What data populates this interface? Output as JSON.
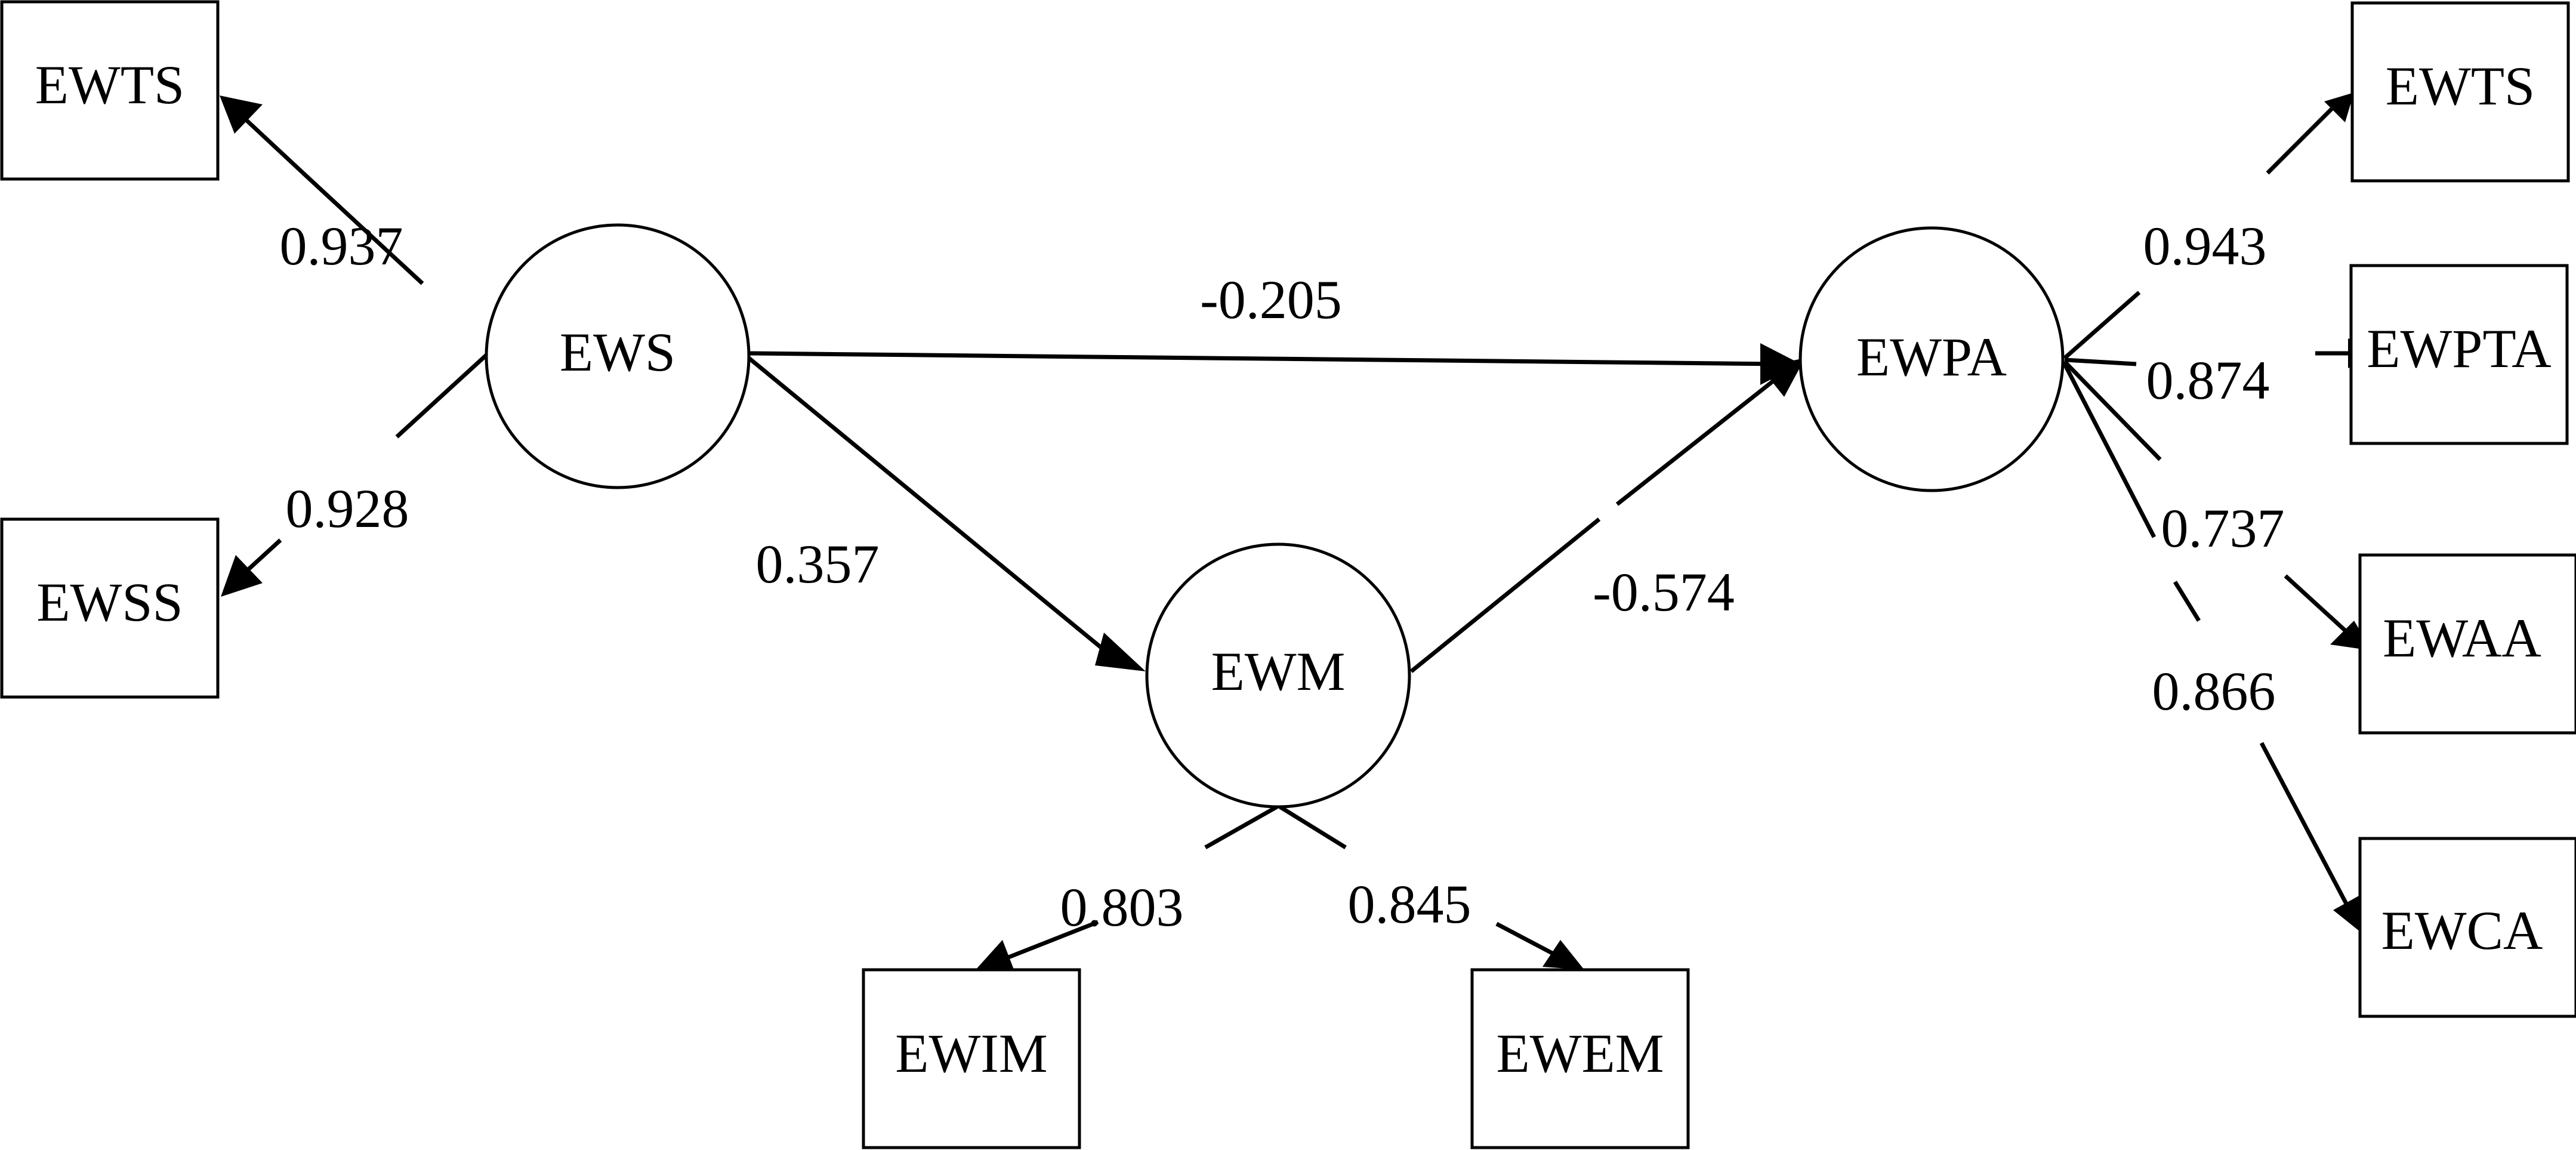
{
  "latent": {
    "ews": "EWS",
    "ewm": "EWM",
    "ewpa": "EWPA"
  },
  "indicators": {
    "ews_ewts": "EWTS",
    "ews_ewss": "EWSS",
    "ewm_ewim": "EWIM",
    "ewm_ewem": "EWEM",
    "ewpa_ewts": "EWTS",
    "ewpa_ewpta": "EWPTA",
    "ewpa_ewaa": "EWAA",
    "ewpa_ewca": "EWCA"
  },
  "coefficients": {
    "ews_ewts": "0.937",
    "ews_ewss": "0.928",
    "ews_ewpa": "-0.205",
    "ews_ewm": "0.357",
    "ewm_ewpa": "-0.574",
    "ewm_ewim": "0.803",
    "ewm_ewem": "0.845",
    "ewpa_ewts": "0.943",
    "ewpa_ewpta": "0.874",
    "ewpa_ewaa": "0.737",
    "ewpa_ewca": "0.866"
  },
  "colors": {
    "line": "#000000",
    "background": "#ffffff"
  }
}
